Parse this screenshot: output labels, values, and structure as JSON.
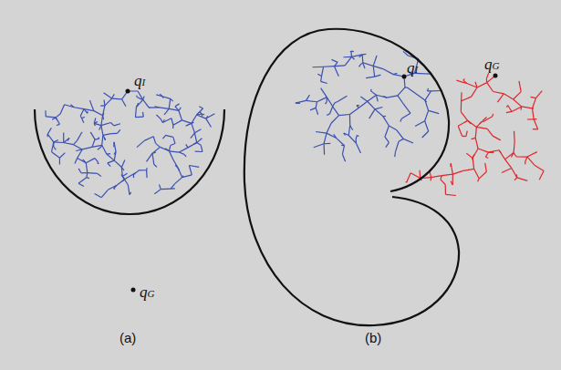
{
  "diagram": {
    "labels": [
      "qI",
      "qG",
      "(a)",
      "qI",
      "qG",
      "(b)"
    ]
  }
}
